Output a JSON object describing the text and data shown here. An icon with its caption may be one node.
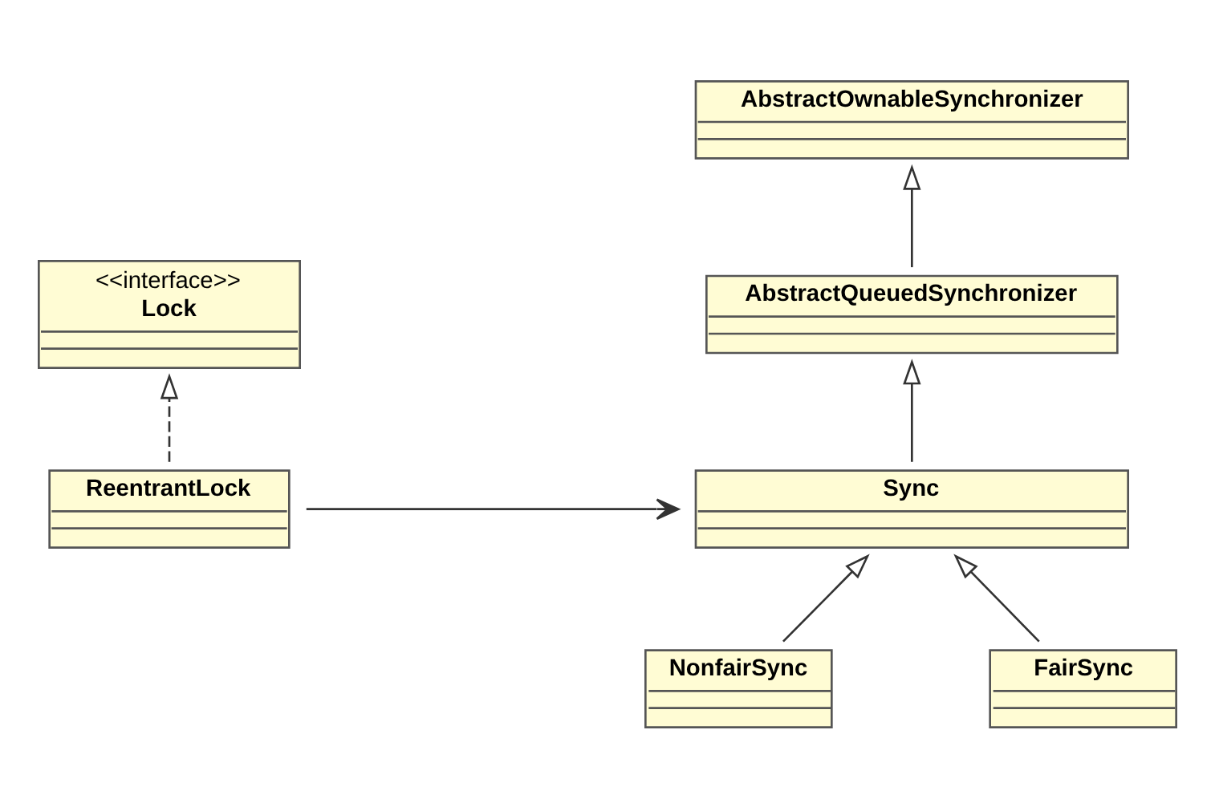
{
  "diagram": {
    "nodes": [
      {
        "text": [
          "<<interface>>",
          "Lock"
        ]
      },
      {
        "text": [
          "AbstractOwnableSynchronizer"
        ]
      },
      {
        "text": [
          "AbstractQueuedSynchronizer"
        ]
      },
      {
        "text": [
          "ReentrantLock"
        ]
      },
      {
        "text": [
          "Sync"
        ]
      },
      {
        "text": [
          "NonfairSync"
        ]
      },
      {
        "text": [
          "FairSync"
        ]
      }
    ],
    "edges": [
      {
        "from": 3,
        "to": 0,
        "arrow": "to",
        "style": "dashed"
      },
      {
        "from": 2,
        "to": 1,
        "arrow": "to"
      },
      {
        "from": 4,
        "to": 2,
        "arrow": "to"
      },
      {
        "from": 3,
        "to": 4,
        "arrow": "to"
      },
      {
        "from": 5,
        "to": 4,
        "arrow": "to"
      },
      {
        "from": 6,
        "to": 4,
        "arrow": "to"
      }
    ]
  }
}
